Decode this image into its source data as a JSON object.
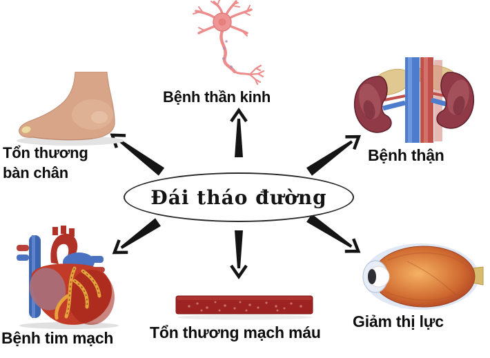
{
  "diagram": {
    "center_label": "Đái tháo đường",
    "nodes": {
      "neuropathy": {
        "label": "Bệnh thần kinh"
      },
      "kidney": {
        "label": "Bệnh thận"
      },
      "foot": {
        "label": "Tổn thương bàn chân"
      },
      "heart": {
        "label": "Bệnh tim mạch"
      },
      "vessel": {
        "label": "Tổn thương mạch máu"
      },
      "vision": {
        "label": "Giảm thị lực"
      }
    },
    "colors": {
      "arrow": "#141414",
      "neuron_pink": "#ec8c8c",
      "foot_skin": "#d8a589",
      "kidney_maroon": "#8f3a46",
      "vein_blue": "#4e7ccc",
      "artery_red": "#c0504a",
      "heart_red": "#c23a28",
      "coronary_yellow": "#e8a33d",
      "eye_orange": "#d06a30",
      "vessel_bar": "#9c2321"
    }
  }
}
